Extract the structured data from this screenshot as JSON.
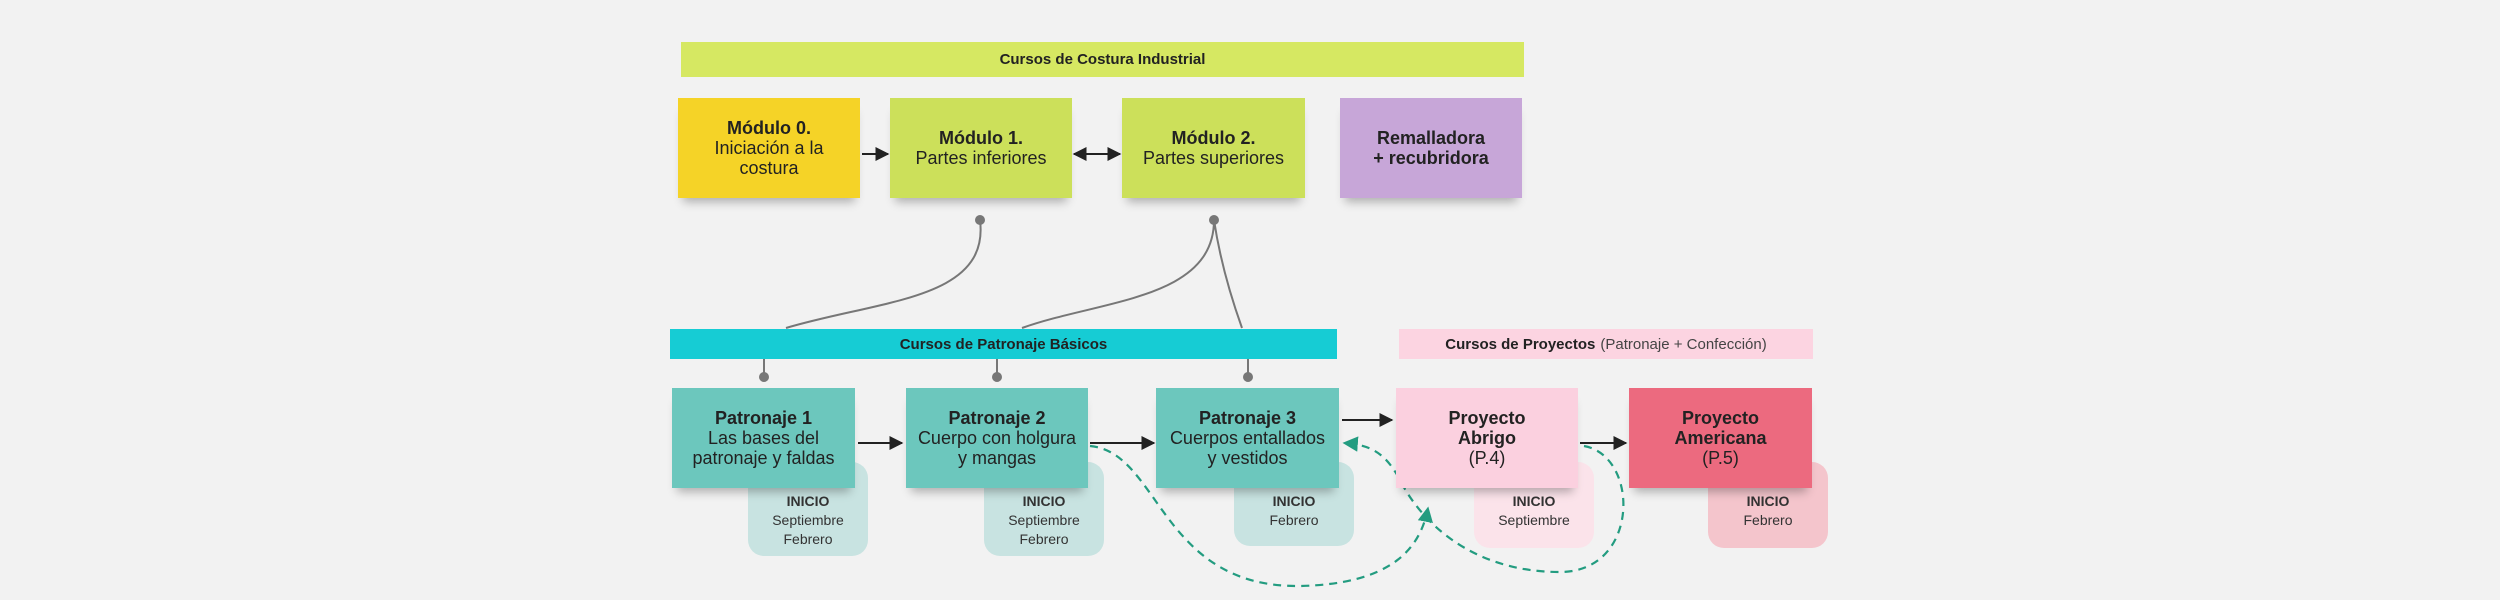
{
  "colors": {
    "yellow": "#f5d327",
    "lime": "#cce05a",
    "lime_banner": "#d6e862",
    "purple": "#c7a6d8",
    "teal": "#6cc7bd",
    "teal_banner": "#16ccd4",
    "teal_tag": "#c8e3e1",
    "pink_light": "#fbd0df",
    "pink_tag": "#fbe3ea",
    "pink_banner": "#fcd4e1",
    "red": "#ec6a7f",
    "red_tag": "#f4c5cc",
    "connector_gray": "#777777",
    "dashed_green": "#239c80"
  },
  "banners": {
    "costura": "Cursos de Costura Industrial",
    "patronaje": "Cursos de Patronaje Básicos",
    "proyectos_bold": "Cursos de Proyectos",
    "proyectos_rest": "(Patronaje + Confección)"
  },
  "modules": [
    {
      "title": "Módulo 0.",
      "line1": "Iniciación a la",
      "line2": "costura"
    },
    {
      "title": "Módulo 1.",
      "line1": "Partes inferiores",
      "line2": ""
    },
    {
      "title": "Módulo 2.",
      "line1": "Partes superiores",
      "line2": ""
    },
    {
      "title": "Remalladora",
      "line1": "+ recubridora",
      "line2": ""
    }
  ],
  "patronaje": [
    {
      "title": "Patronaje 1",
      "line1": "Las bases del",
      "line2": "patronaje y faldas"
    },
    {
      "title": "Patronaje 2",
      "line1": "Cuerpo con holgura",
      "line2": "y mangas"
    },
    {
      "title": "Patronaje 3",
      "line1": "Cuerpos entallados",
      "line2": "y vestidos"
    }
  ],
  "proyectos": [
    {
      "title": "Proyecto",
      "line1": "Abrigo",
      "line2": "(P.4)"
    },
    {
      "title": "Proyecto",
      "line1": "Americana",
      "line2": "(P.5)"
    }
  ],
  "inicio": [
    {
      "head": "INICIO",
      "l1": "Septiembre",
      "l2": "Febrero"
    },
    {
      "head": "INICIO",
      "l1": "Septiembre",
      "l2": "Febrero"
    },
    {
      "head": "INICIO",
      "l1": "Febrero",
      "l2": ""
    },
    {
      "head": "INICIO",
      "l1": "Septiembre",
      "l2": ""
    },
    {
      "head": "INICIO",
      "l1": "Febrero",
      "l2": ""
    }
  ]
}
